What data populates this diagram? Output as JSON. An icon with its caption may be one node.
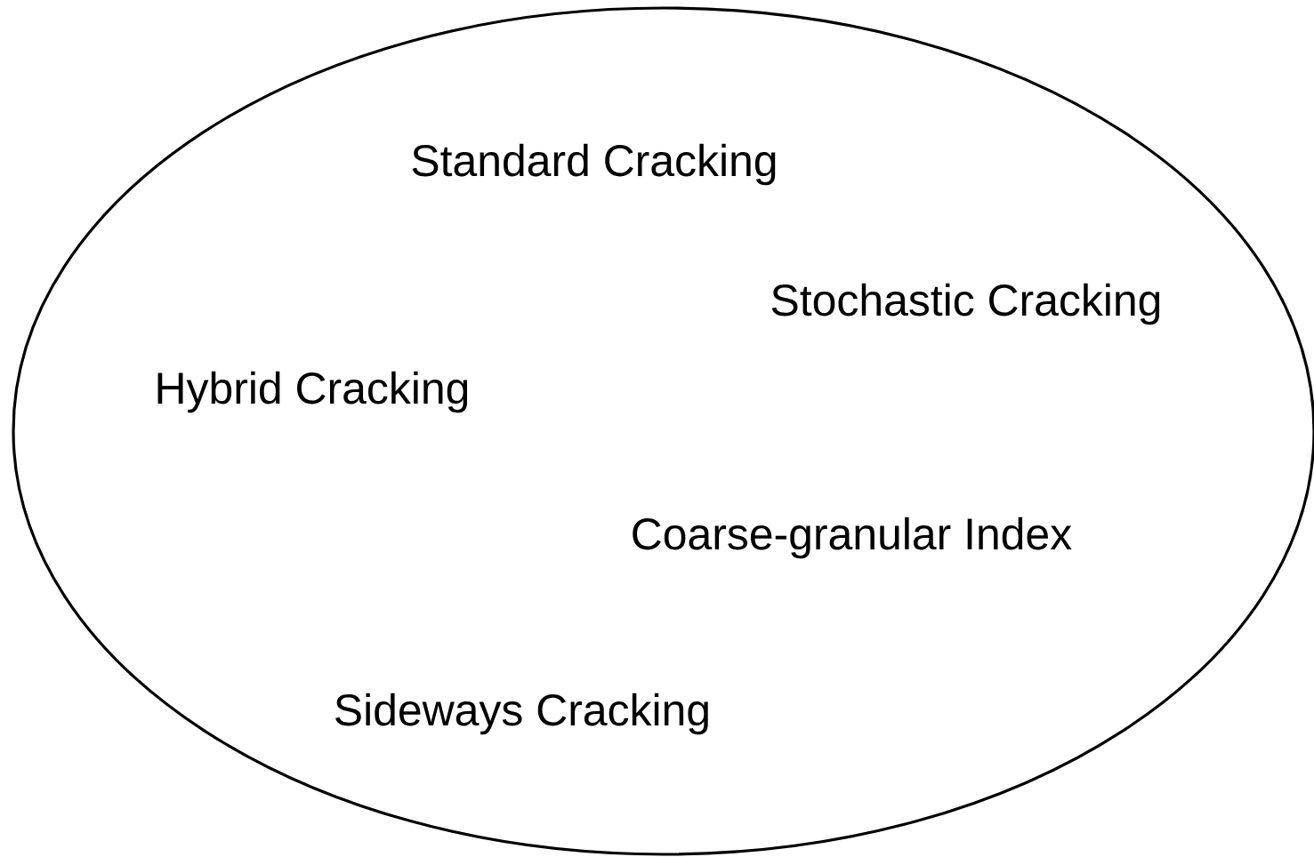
{
  "diagram": {
    "nodes": [
      {
        "text": [
          "Standard Cracking",
          "Stochastic Cracking",
          "Hybrid Cracking",
          "Coarse-granular Index",
          "Sideways Cracking"
        ]
      }
    ]
  }
}
